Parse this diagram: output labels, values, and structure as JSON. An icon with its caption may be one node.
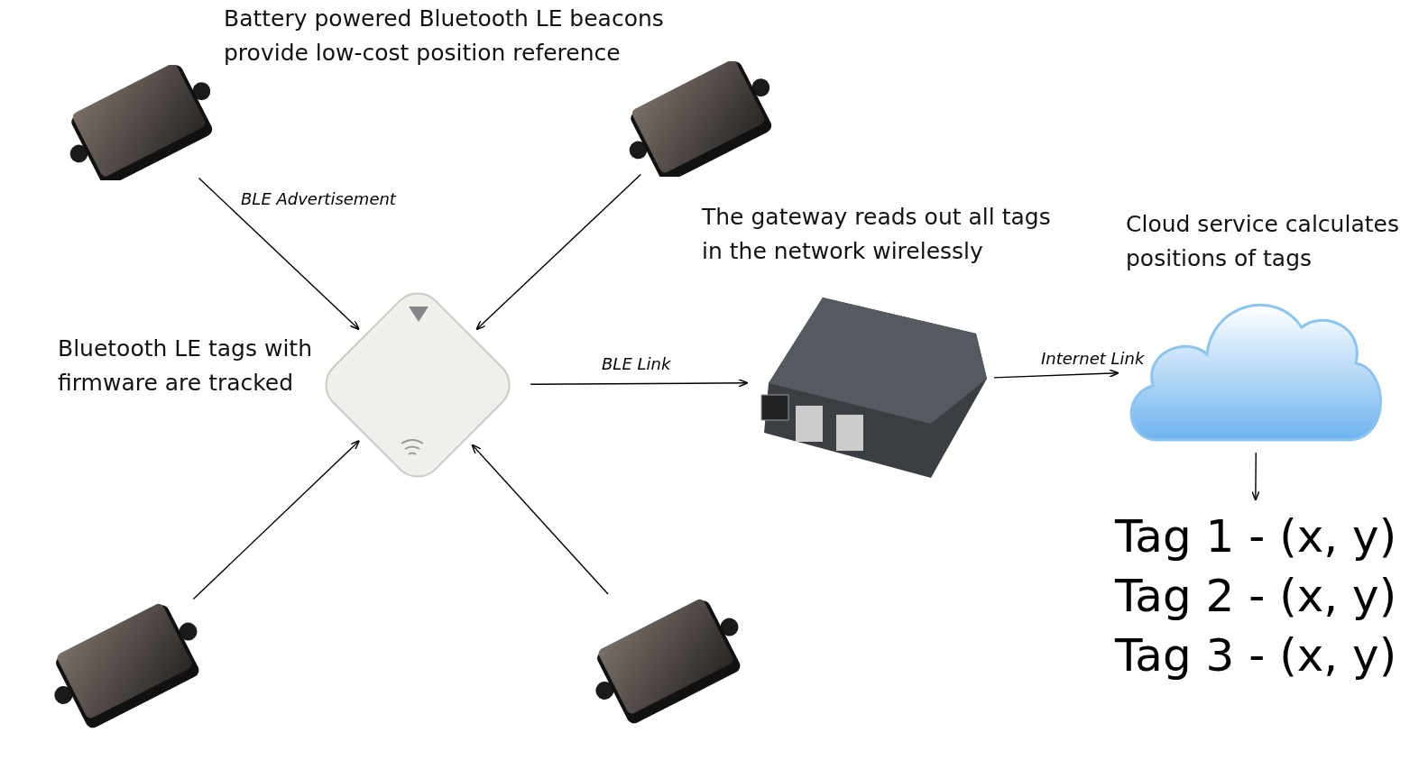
{
  "diagram": {
    "nodes": [
      {
        "text": [],
        "shape": "picture"
      },
      {
        "text": [],
        "shape": "picture"
      },
      {
        "text": [],
        "shape": "picture",
        "beside": [
          "Bluetooth LE tags with firmware are tracked"
        ]
      },
      {
        "text": [],
        "shape": "picture",
        "beside": [
          "The gateway reads out all tags in the network wirelessly"
        ]
      },
      {
        "text": [],
        "shape": "cloud",
        "beside": [
          "Cloud service calculates positions of tags"
        ]
      },
      {
        "text": [],
        "shape": "picture"
      },
      {
        "text": [],
        "shape": "picture"
      },
      {
        "text": [
          "Tag 1 - (x, y)",
          "Tag 2 - (x, y)",
          "Tag 3 - (x, y)"
        ]
      }
    ],
    "edges": [
      {
        "from": 0,
        "to": 2,
        "arrow": "to",
        "label": "BLE Advertisement"
      },
      {
        "from": 1,
        "to": 2,
        "arrow": "to"
      },
      {
        "from": 5,
        "to": 2,
        "arrow": "to"
      },
      {
        "from": 6,
        "to": 2,
        "arrow": "to"
      },
      {
        "from": 2,
        "to": 3,
        "arrow": "to",
        "label": "BLE Link"
      },
      {
        "from": 3,
        "to": 4,
        "arrow": "to",
        "label": "Internet Link"
      },
      {
        "from": 4,
        "to": 7,
        "arrow": "to"
      }
    ],
    "labels": [
      "Battery powered Bluetooth LE beacons provide low-cost position reference"
    ]
  }
}
